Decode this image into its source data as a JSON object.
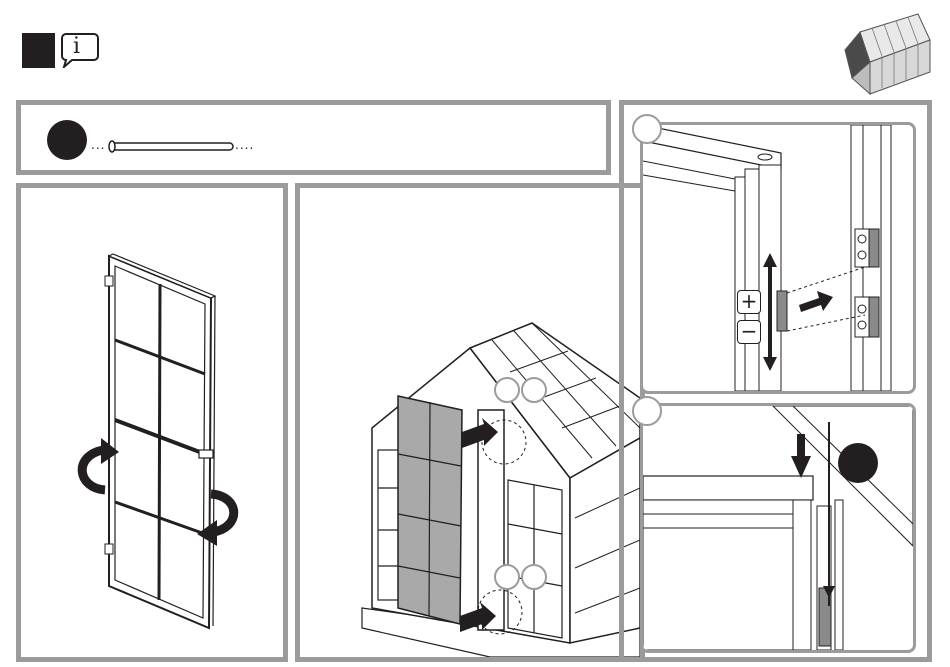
{
  "header": {
    "step_marker": "step-square",
    "info_icon": "info-speech-icon",
    "info_glyph": "i",
    "thumbnail": "greenhouse-thumbnail"
  },
  "parts": {
    "part_marker": "black-circle",
    "part_icon": "pin-rod-icon",
    "leader_left": "...",
    "leader_right": "...."
  },
  "detail_a": {
    "plus_label": "+",
    "minus_label": "−"
  },
  "colors": {
    "frame_gray": "#9b9b9b",
    "ink": "#231f20",
    "door_fill": "#a9a9a9"
  }
}
